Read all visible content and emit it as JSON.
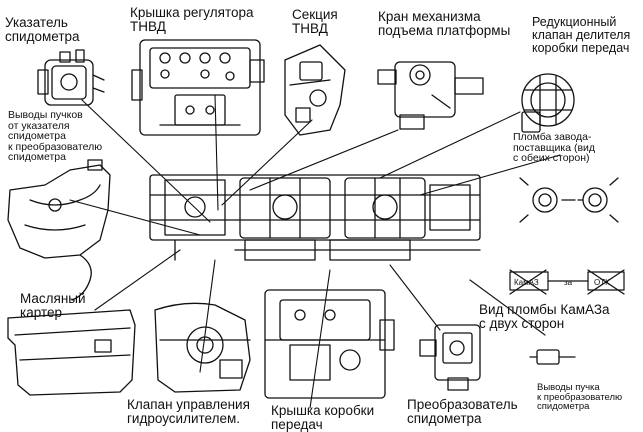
{
  "labels": {
    "speedometer_indicator": "Указатель\nспидометра",
    "governor_cover": "Крышка регулятора\nТНВД",
    "pump_section": "Секция\nТНВД",
    "platform_crane": "Кран механизма\nподъема платформы",
    "reduction_valve": "Редукционный\nклапан делителя\nкоробки передач",
    "bundle_leads_indicator": "Выводы пучков\nот указателя\nспидометра\nк преобразователю\nспидометра",
    "factory_seal": "Пломба завода-\nпоставщика (вид\nс обеих сторон)",
    "oil_pan": "Масляный\nкартер",
    "kamaz_seal_view": "Вид пломбы КамАЗа\nс двух сторон",
    "power_steering_valve": "Клапан управления\nгидроусилителем.",
    "gearbox_cover": "Крышка коробки\nпередач",
    "speedometer_converter": "Преобразователь\nспидометра",
    "bundle_leads_converter": "Выводы пучка\nк преобразователю\nспидометра"
  },
  "seal_tags": {
    "kamaz_tag_left": "КамАЗ",
    "kamaz_tag_middle": "за",
    "kamaz_tag_right": "ОТК"
  }
}
